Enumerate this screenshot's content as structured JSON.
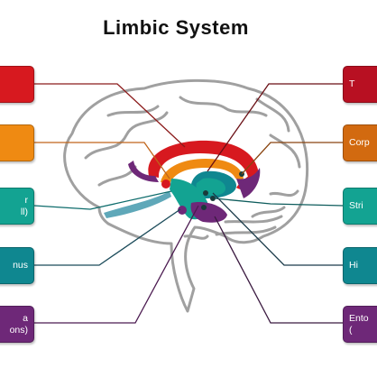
{
  "title": "Limbic System",
  "colors": {
    "red": "#d7191f",
    "orange": "#ef8a12",
    "teal": "#13a392",
    "darkteal": "#0f8790",
    "purple": "#6e2878",
    "brain_outline": "#a0a0a0"
  },
  "labels": {
    "left": [
      {
        "line1": "",
        "line2": "",
        "color": "#d7191f"
      },
      {
        "line1": "",
        "line2": "",
        "color": "#ef8a12"
      },
      {
        "line1": "r",
        "line2": "ll)",
        "color": "#13a392"
      },
      {
        "line1": "nus",
        "line2": "",
        "color": "#0f8790"
      },
      {
        "line1": "a",
        "line2": "ons)",
        "color": "#6e2878"
      }
    ],
    "right": [
      {
        "line1": "T",
        "line2": "",
        "color": "#b81022"
      },
      {
        "line1": "Corp",
        "line2": "",
        "color": "#d26a10"
      },
      {
        "line1": "Stri",
        "line2": "",
        "color": "#13a392"
      },
      {
        "line1": "Hi",
        "line2": "",
        "color": "#0f8790"
      },
      {
        "line1": "Ento",
        "line2": "(",
        "color": "#6e2878"
      }
    ]
  }
}
